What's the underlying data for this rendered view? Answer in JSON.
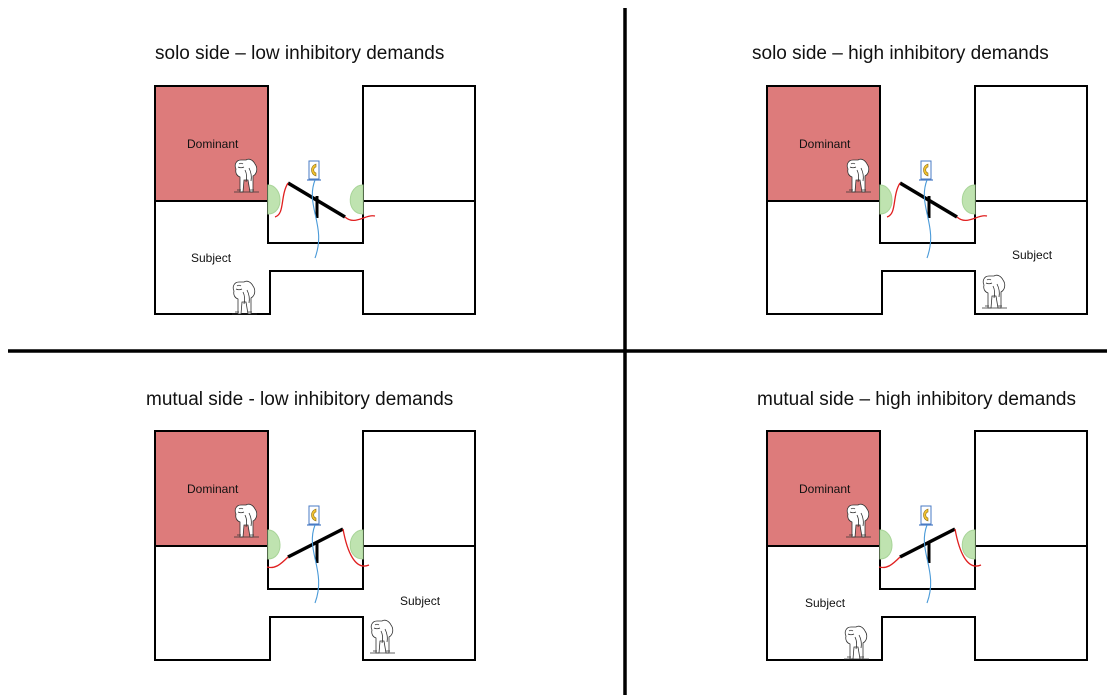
{
  "panels": [
    {
      "title": "solo side – low inhibitory demands",
      "labels": {
        "dominant": "Dominant",
        "subject": "Subject"
      },
      "subject_position": "left",
      "bar_orientation": "down-right"
    },
    {
      "title": "solo side – high inhibitory demands",
      "labels": {
        "dominant": "Dominant",
        "subject": "Subject"
      },
      "subject_position": "right",
      "bar_orientation": "down-right"
    },
    {
      "title": "mutual side - low inhibitory demands",
      "labels": {
        "dominant": "Dominant",
        "subject": "Subject"
      },
      "subject_position": "right",
      "bar_orientation": "up-right"
    },
    {
      "title": "mutual side – high inhibitory demands",
      "labels": {
        "dominant": "Dominant",
        "subject": "Subject"
      },
      "subject_position": "left",
      "bar_orientation": "up-right"
    }
  ],
  "colors": {
    "dominant_room": "#dd7b7b",
    "contact_zone": "#bfe3b0",
    "rope_red": "#e02020",
    "rope_blue": "#4a9ad8"
  },
  "icons": [
    "chimpanzee-icon",
    "apparatus-icon"
  ]
}
